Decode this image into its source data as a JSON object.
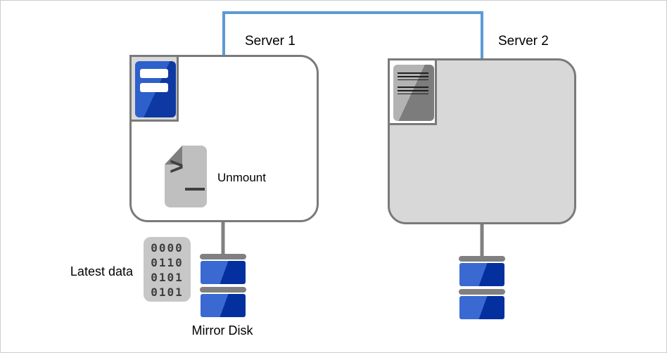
{
  "diagram": {
    "type": "failover-cluster-diagram",
    "servers": [
      {
        "label": "Server 1",
        "state": "active"
      },
      {
        "label": "Server 2",
        "state": "standby"
      }
    ],
    "script": {
      "label": "Unmount"
    },
    "binary_icon": {
      "label": "Latest data",
      "rows": [
        "0000",
        "0110",
        "0101",
        "0101"
      ]
    },
    "disk": {
      "label": "Mirror Disk"
    },
    "colors": {
      "heartbeat_blue": "#5B9BD5",
      "outline_gray": "#7A7A7A",
      "active_box_fill": "#FFFFFF",
      "standby_box_fill": "#D8D8D8",
      "disk_blue_light": "#3A69D2",
      "disk_blue_dark": "#04309F",
      "server_icon_blue_light": "#2D60CA",
      "server_icon_blue_dark": "#0E38A2"
    }
  }
}
